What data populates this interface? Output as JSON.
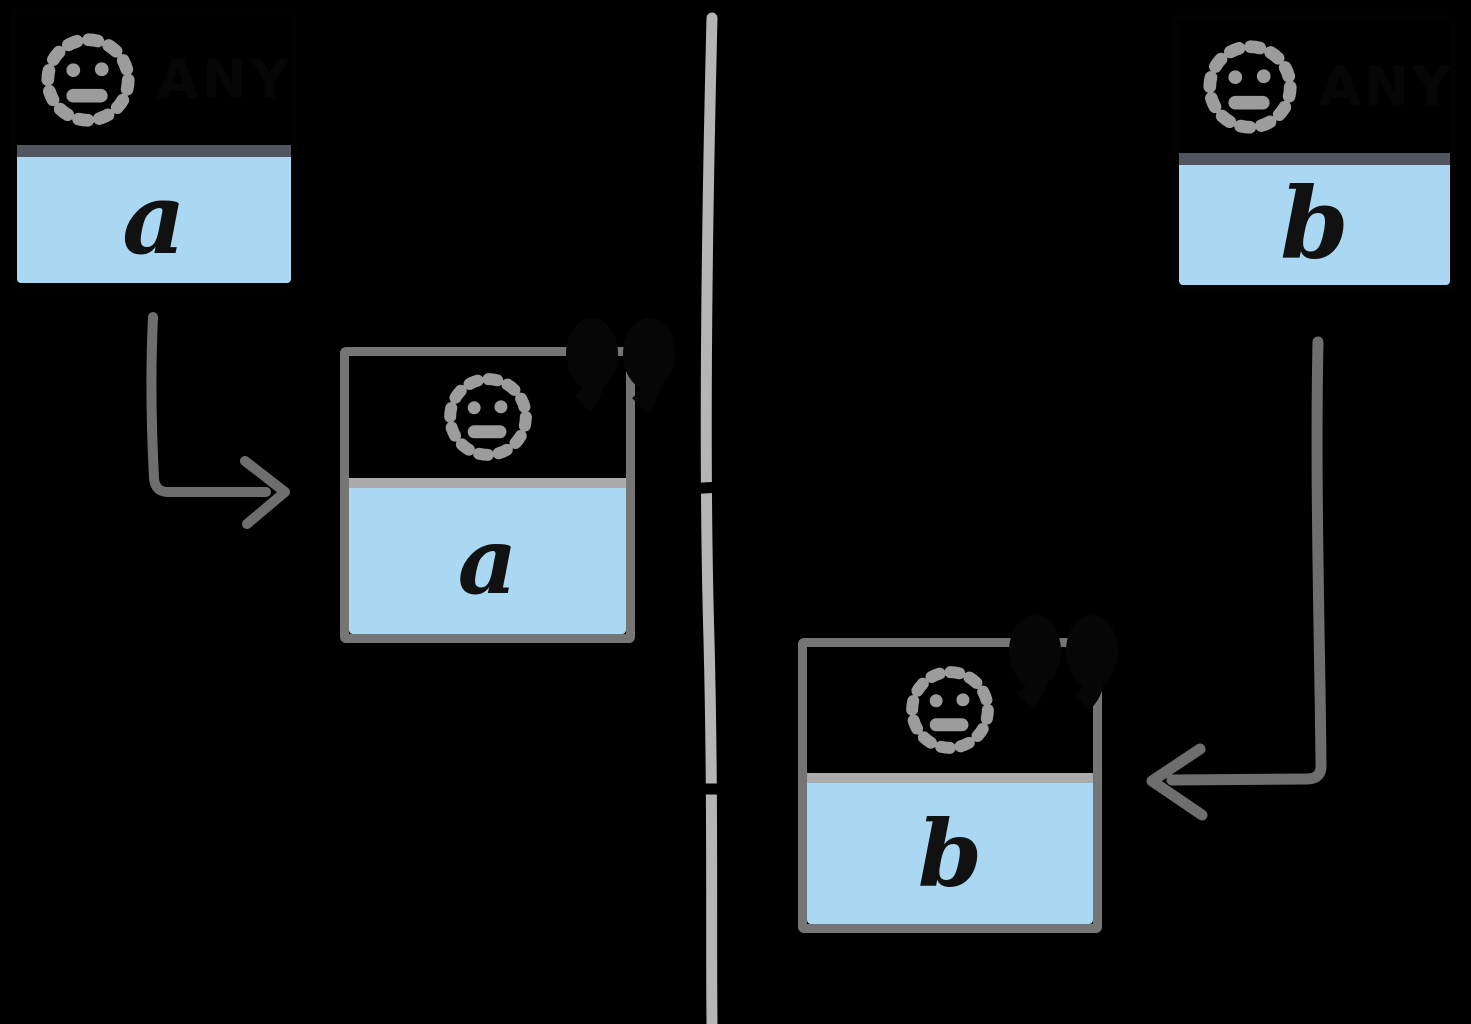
{
  "diagram": {
    "left_source": {
      "tag": "ANY",
      "value": "a"
    },
    "right_source": {
      "tag": "ANY",
      "value": "b"
    },
    "left_instance": {
      "value": "a",
      "quote_mark": "”"
    },
    "right_instance": {
      "value": "b",
      "quote_mark": "”"
    }
  },
  "icons": {
    "face": "anonymous-face-icon",
    "quotes": "quote-marks-icon"
  },
  "colors": {
    "background": "#000000",
    "card_top": "#000000",
    "blue_fill": "#aad8f2",
    "any_separator": "#51555f",
    "instance_separator": "#ababab",
    "instance_border": "#757575",
    "canvas_divider": "#b5b5b5",
    "flow_arrow": "#6e6e6e",
    "transfer_arrow": "#000000",
    "face_icon": "#9c9c9c",
    "tag_text": "#060606",
    "value_text": "#111111",
    "quote_glyph": "#060606"
  }
}
